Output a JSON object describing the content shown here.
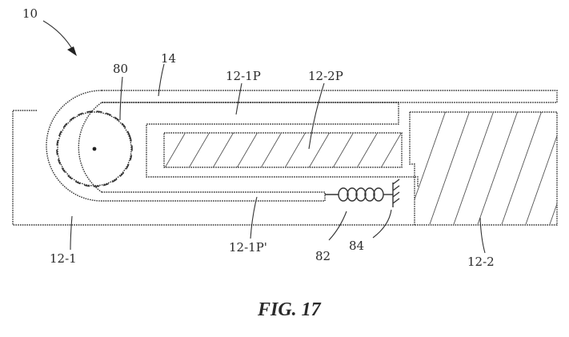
{
  "figure": {
    "caption": "FIG. 17",
    "labels": {
      "ref_10": "10",
      "ref_80": "80",
      "ref_14": "14",
      "ref_12_1P": "12-1P",
      "ref_12_2P": "12-2P",
      "ref_12_1": "12-1",
      "ref_12_1P_prime": "12-1P'",
      "ref_82": "82",
      "ref_84": "84",
      "ref_12_2": "12-2"
    }
  }
}
